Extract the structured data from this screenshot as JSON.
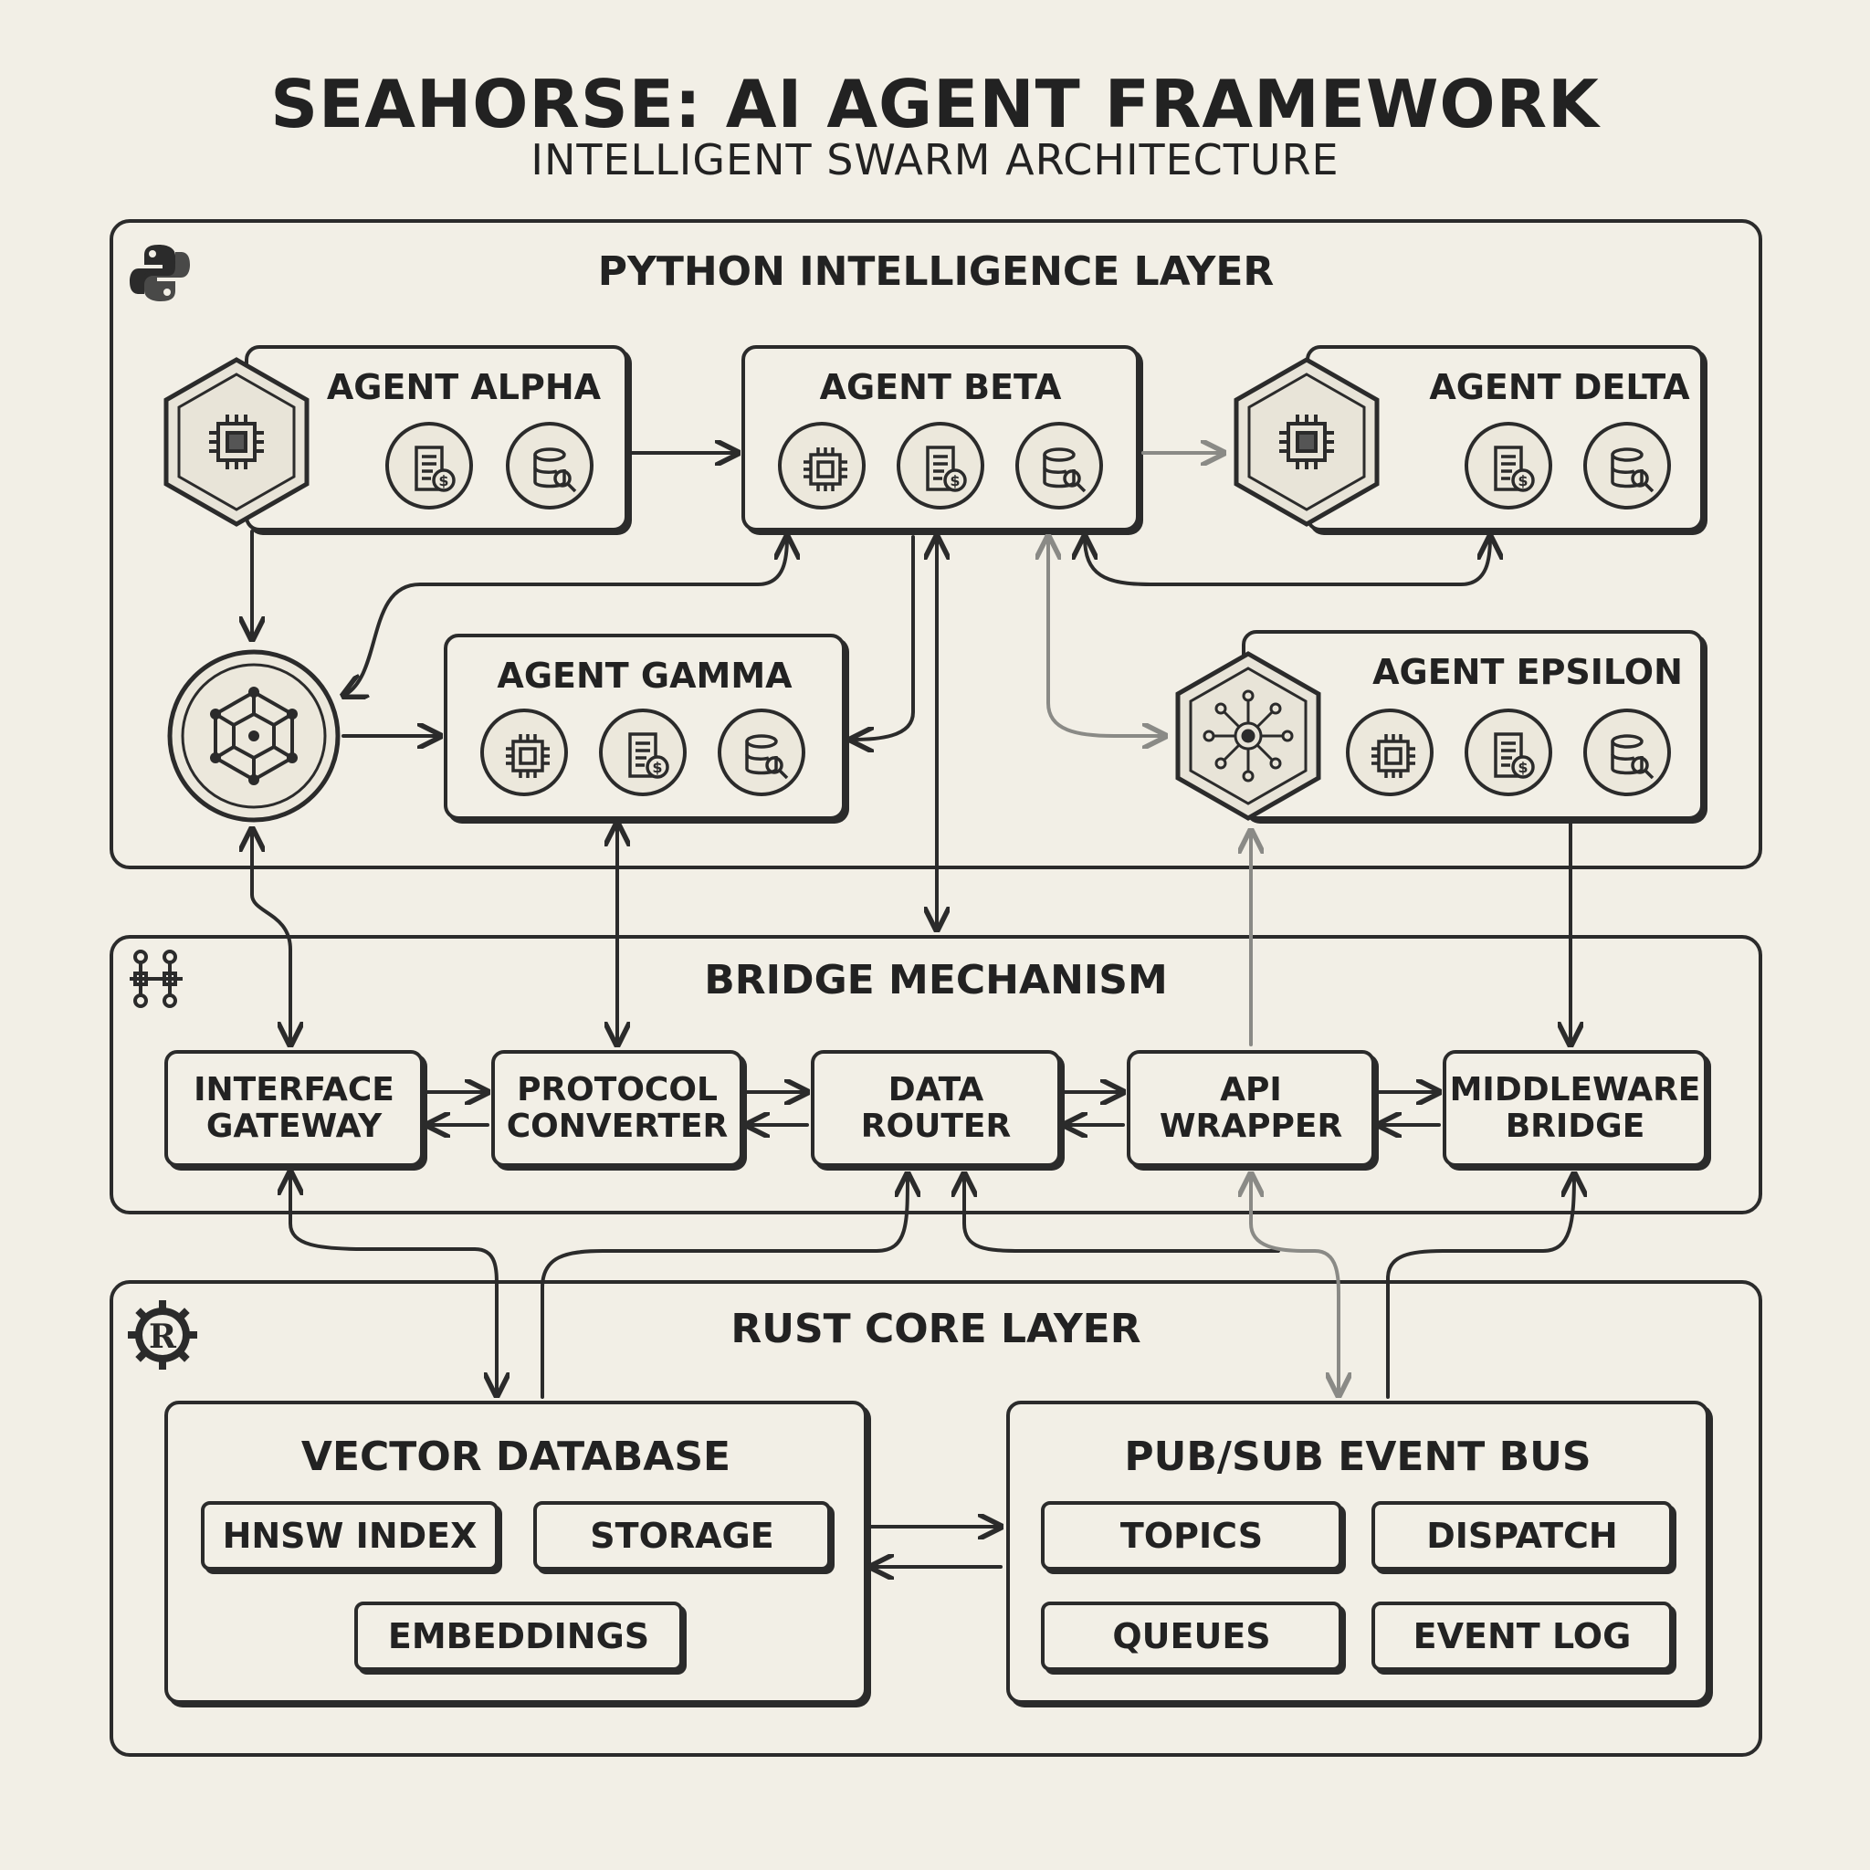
{
  "title": "SEAHORSE: AI AGENT FRAMEWORK",
  "subtitle": "INTELLIGENT SWARM ARCHITECTURE",
  "layers": {
    "python": {
      "title": "PYTHON INTELLIGENCE LAYER",
      "icon": "python-icon"
    },
    "bridge": {
      "title": "BRIDGE MECHANISM",
      "icon": "network-icon"
    },
    "rust": {
      "title": "RUST CORE LAYER",
      "icon": "rust-icon"
    }
  },
  "agents": {
    "alpha": "AGENT ALPHA",
    "beta": "AGENT BETA",
    "delta": "AGENT DELTA",
    "gamma": "AGENT GAMMA",
    "epsilon": "AGENT EPSILON"
  },
  "agent_icons": [
    "cpu-chip-icon",
    "invoice-icon",
    "database-search-icon"
  ],
  "orchestrator_icon": "network-cube-icon",
  "bridge_components": [
    "INTERFACE\nGATEWAY",
    "PROTOCOL\nCONVERTER",
    "DATA\nROUTER",
    "API\nWRAPPER",
    "MIDDLEWARE\nBRIDGE"
  ],
  "rust": {
    "vector_db": {
      "title": "VECTOR DATABASE",
      "items": [
        "HNSW INDEX",
        "STORAGE",
        "EMBEDDINGS"
      ]
    },
    "event_bus": {
      "title": "PUB/SUB EVENT BUS",
      "items": [
        "TOPICS",
        "DISPATCH",
        "QUEUES",
        "EVENT LOG"
      ]
    }
  },
  "colors": {
    "ink": "#2b2b2b",
    "paper": "#f2efe6",
    "muted_arrow": "#8a8a86"
  }
}
